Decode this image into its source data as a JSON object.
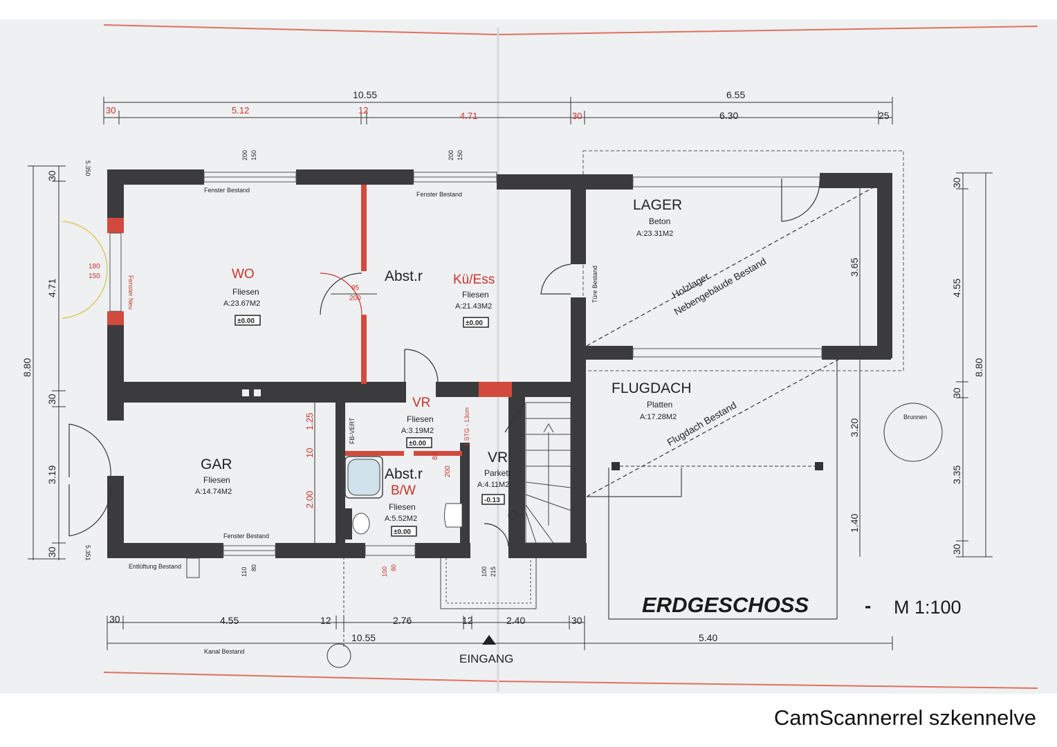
{
  "plan": {
    "title": "ERDGESCHOSS",
    "scale": "M 1:100",
    "entrance": "EINGANG",
    "rooms": {
      "wo": {
        "name": "WO",
        "material": "Fliesen",
        "area": "A:23.67M2",
        "level": "±0.00"
      },
      "kue": {
        "name": "Kü/Ess",
        "material": "Fliesen",
        "area": "A:21.43M2",
        "level": "±0.00"
      },
      "abst1": {
        "name": "Abst.r"
      },
      "vr1": {
        "name": "VR",
        "material": "Fliesen",
        "area": "A:3.19M2",
        "level": "±0.00"
      },
      "vr2": {
        "name": "VR",
        "material": "Parkett",
        "area": "A:4.11M2",
        "level": "-0.13"
      },
      "abst2": {
        "name": "Abst.r"
      },
      "bw": {
        "name": "B/W",
        "material": "Fliesen",
        "area": "A:5.52M2",
        "level": "±0.00"
      },
      "gar": {
        "name": "GAR",
        "material": "Fliesen",
        "area": "A:14.74M2"
      },
      "lager": {
        "name": "LAGER",
        "material": "Beton",
        "area": "A:23.31M2"
      },
      "flugdach": {
        "name": "FLUGDACH",
        "material": "Platten",
        "area": "A:17.28M2"
      }
    },
    "annotations": {
      "holzlager": "Holzlager",
      "nebengebaeude": "Nebengebäude Bestand",
      "flugdach_bestand": "Flugdach Bestand",
      "fenster_bestand_1": "Fenster Bestand",
      "fenster_bestand_2": "Fenster Bestand",
      "fenster_bestand_3": "Fenster Bestand",
      "fenster_neu": "Fenster Neu",
      "tuere_bestand": "Türe Bestand",
      "entlueftung": "Entlüftung Bestand",
      "kanal": "Kanal Bestand",
      "brunnen": "Brunnen",
      "fb_vert": "FB-VERT",
      "door_95": "95",
      "door_200": "200",
      "door_80": "80",
      "door_200b": "200",
      "stair": "1 STG - 13cm"
    },
    "dimensions": {
      "top_total_left": "10.55",
      "top_total_right": "6.55",
      "top_30a": "30",
      "top_512": "5.12",
      "top_12": "12",
      "top_471": "4.71",
      "top_30b": "30",
      "top_630": "6.30",
      "top_25": "25",
      "left_880": "8.80",
      "left_30a": "30",
      "left_471": "4.71",
      "left_30b": "30",
      "left_319": "3.19",
      "left_30c": "30",
      "left_5350": "5.350",
      "left_5351": "5.351",
      "right_30a": "30",
      "right_455": "4.55",
      "right_880": "8.80",
      "right_30b": "30",
      "right_335": "3.35",
      "right_30c": "30",
      "inner_365": "3.65",
      "inner_320": "3.20",
      "inner_140": "1.40",
      "inner_125": "1.25",
      "inner_10": "10",
      "inner_200": "2.00",
      "bottom_30a": "30",
      "bottom_455": "4.55",
      "bottom_12a": "12",
      "bottom_276": "2.76",
      "bottom_12b": "12",
      "bottom_240": "2.40",
      "bottom_30b": "30",
      "bottom_1055": "10.55",
      "bottom_540": "5.40",
      "win_200a": "200",
      "win_150a": "150",
      "win_200b": "200",
      "win_150b": "150",
      "win_180": "180",
      "win_150c": "150",
      "win_110": "110",
      "win_80a": "80",
      "win_100": "100",
      "win_80b": "80",
      "win_100b": "100",
      "win_215": "215"
    }
  },
  "footer": "CamScannerrel szkennelve"
}
